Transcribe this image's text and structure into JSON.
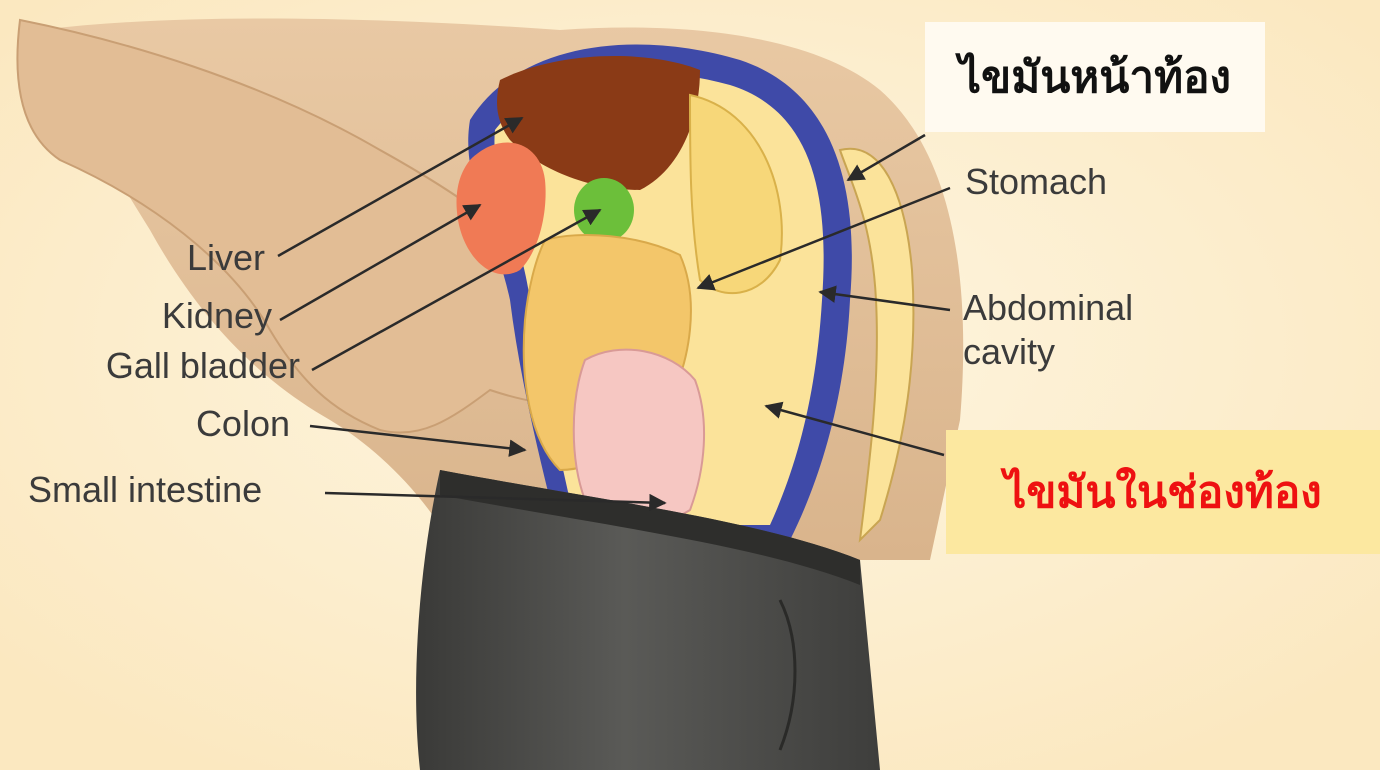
{
  "labels": {
    "liver": "Liver",
    "kidney": "Kidney",
    "gall_bladder": "Gall bladder",
    "colon": "Colon",
    "small_intestine": "Small intestine",
    "stomach": "Stomach",
    "abdominal_cavity_line1": "Abdominal",
    "abdominal_cavity_line2": "cavity"
  },
  "callouts": {
    "subcutaneous_fat": "ไขมันหน้าท้อง",
    "visceral_fat": "ไขมันในช่องท้อง"
  },
  "colors": {
    "background": "#fdf1d2",
    "visceral_text": "#ee1111",
    "visceral_box": "#fce8a0",
    "subcutaneous_box": "#fffaf0",
    "abdominal_wall": "#3f4aa8",
    "fat": "#fbe39a",
    "liver": "#8a3a16",
    "kidney": "#f07a55",
    "gall_bladder": "#6cbf3a",
    "intestine": "#f6c7c2",
    "pants": "#4a4a48"
  }
}
